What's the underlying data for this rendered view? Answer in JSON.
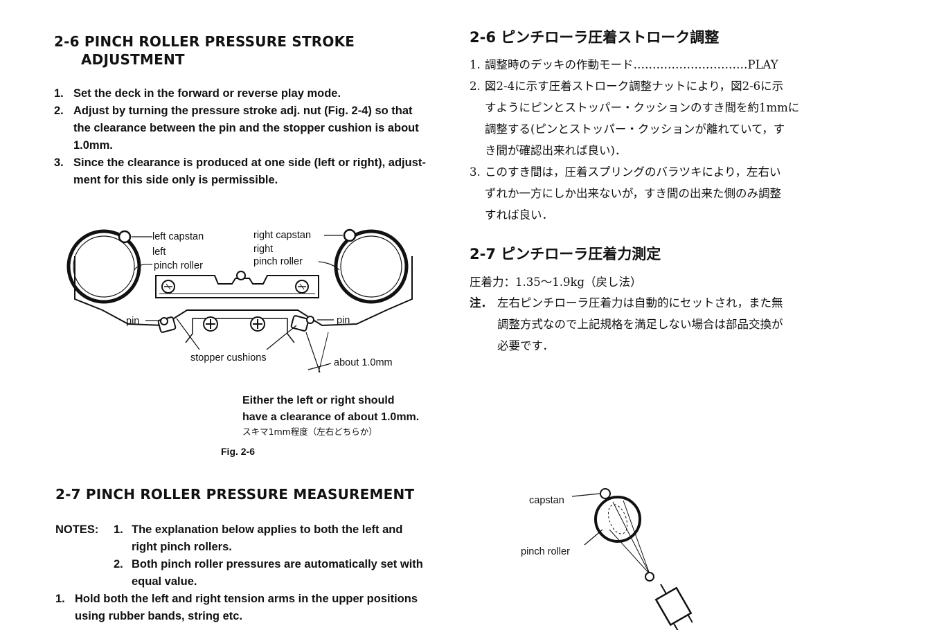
{
  "left": {
    "section_2_6": {
      "number": "2-6",
      "title_line1": "PINCH ROLLER PRESSURE STROKE",
      "title_line2": "ADJUSTMENT",
      "steps": [
        {
          "num": "1.",
          "lines": [
            "Set the deck in the forward or reverse play mode."
          ]
        },
        {
          "num": "2.",
          "lines": [
            "Adjust by turning the pressure stroke adj. nut (Fig. 2-4) so that",
            "the clearance between the pin and the stopper cushion is about",
            "1.0mm."
          ]
        },
        {
          "num": "3.",
          "lines": [
            "Since the clearance is produced at one side (left or right), adjust-",
            "ment for this side only is permissible."
          ]
        }
      ]
    },
    "figure_2_6": {
      "labels": {
        "left_capstan": "left capstan",
        "left_pinch_roller_1": "left",
        "left_pinch_roller_2": "pinch roller",
        "right_capstan": "right capstan",
        "right_pinch_roller_1": "right",
        "right_pinch_roller_2": "pinch roller",
        "pin_left": "pin",
        "pin_right": "pin",
        "stopper_cushions": "stopper cushions",
        "about": "about 1.0mm"
      },
      "caption_line1": "Either the left or right should",
      "caption_line2": "have a clearance of about 1.0mm.",
      "caption_jp": "スキマ1mm程度（左右どちらか）",
      "fig_label": "Fig. 2-6"
    },
    "section_2_7": {
      "number": "2-7",
      "title": "PINCH ROLLER PRESSURE MEASUREMENT",
      "notes_label": "NOTES:",
      "notes": [
        {
          "num": "1.",
          "lines": [
            "The explanation below applies to both the left and",
            "right pinch rollers."
          ]
        },
        {
          "num": "2.",
          "lines": [
            "Both pinch roller pressures are automatically set with",
            "equal value."
          ]
        }
      ],
      "steps": [
        {
          "num": "1.",
          "lines": [
            "Hold both the left and right tension arms in the upper positions",
            "using rubber bands, string etc."
          ]
        }
      ]
    }
  },
  "right": {
    "section_2_6_jp": {
      "title": "2-6 ピンチローラ圧着ストローク調整",
      "items": [
        {
          "num": "1.",
          "lines": [
            "調整時のデッキの作動モード…………………………PLAY"
          ]
        },
        {
          "num": "2.",
          "lines": [
            "図2-4に示す圧着ストローク調整ナットにより，図2-6に示",
            "すようにピンとストッパー・クッションのすき間を約1mmに",
            "調整する(ピンとストッパー・クッションが離れていて，す",
            "き間が確認出来れば良い)．"
          ]
        },
        {
          "num": "3.",
          "lines": [
            "このすき間は，圧着スプリングのバラツキにより，左右い",
            "ずれか一方にしか出来ないが，すき間の出来た側のみ調整",
            "すれば良い．"
          ]
        }
      ]
    },
    "section_2_7_jp": {
      "title": "2-7 ピンチローラ圧着力測定",
      "spec": "圧着力：1.35～1.9kg（戻し法）",
      "note_label": "注．",
      "note_lines": [
        "左右ピンチローラ圧着力は自動的にセットされ，また無",
        "調整方式なので上記規格を満足しない場合は部品交換が",
        "必要です．"
      ]
    },
    "figure_capstan": {
      "capstan": "capstan",
      "pinch_roller": "pinch roller"
    }
  }
}
